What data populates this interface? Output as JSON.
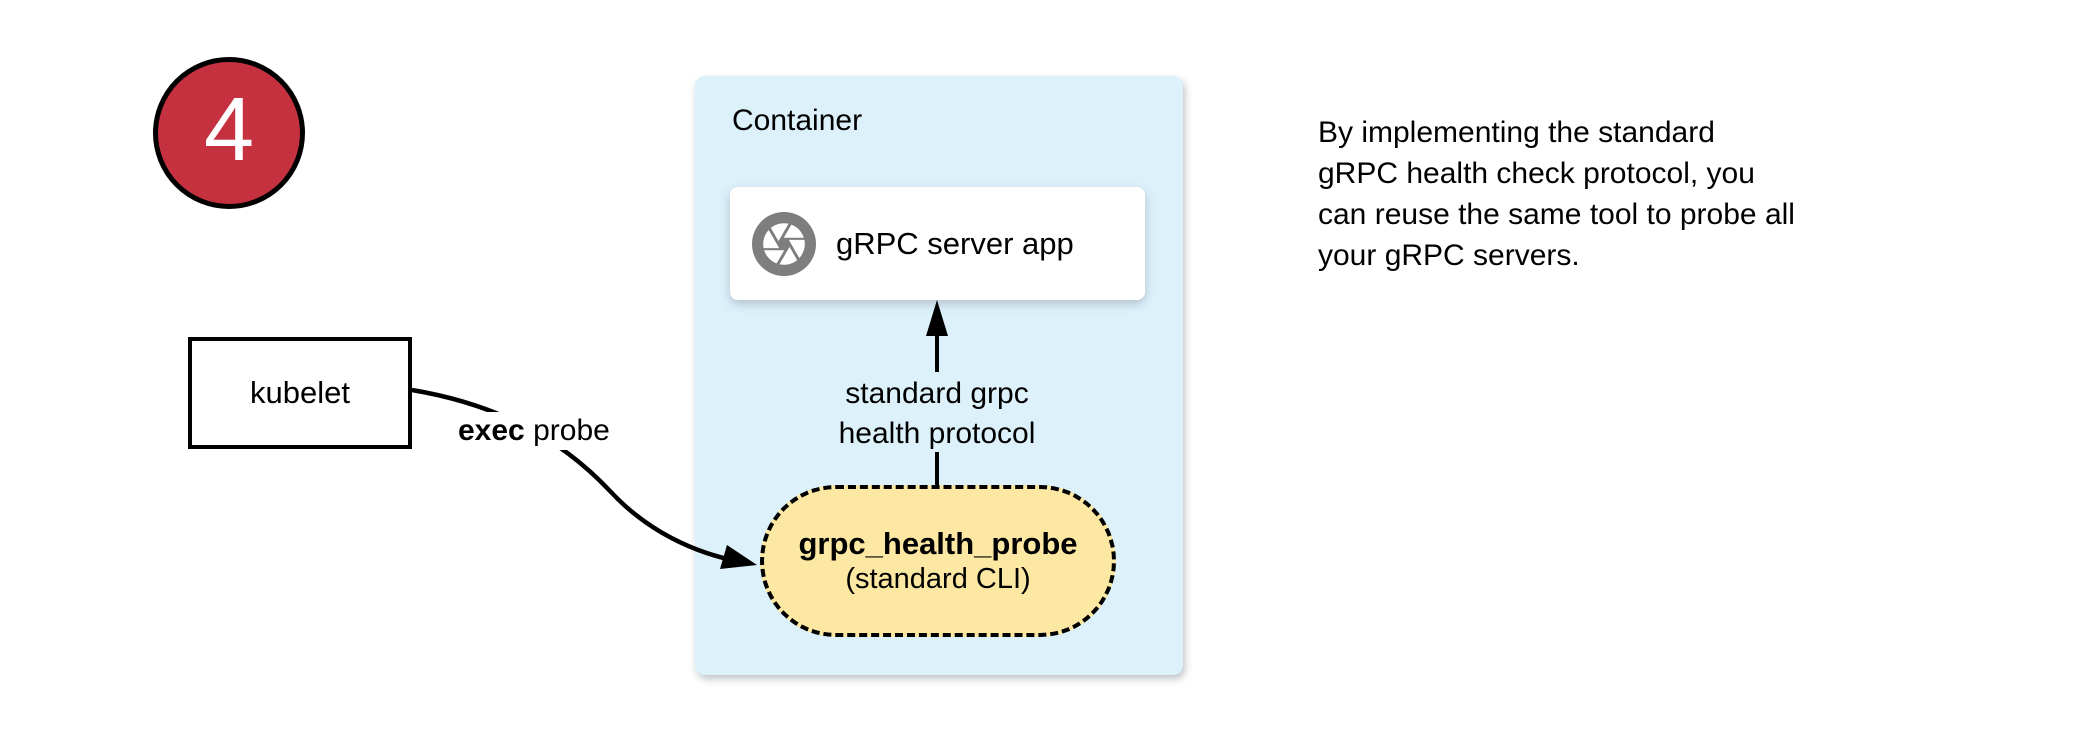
{
  "step_badge": {
    "number": "4"
  },
  "nodes": {
    "kubelet": {
      "label": "kubelet"
    },
    "container": {
      "label": "Container"
    },
    "grpc_server": {
      "label": "gRPC server app",
      "icon": "aperture-icon"
    },
    "probe": {
      "title": "grpc_health_probe",
      "subtitle": "(standard CLI)"
    }
  },
  "edges": {
    "exec_probe": {
      "label_bold": "exec",
      "label_rest": " probe"
    },
    "health_protocol": {
      "line1": "standard grpc",
      "line2": "health protocol"
    }
  },
  "caption": {
    "lines": [
      "By implementing the standard",
      "gRPC health check protocol, you",
      "can reuse the same tool to probe all",
      "your gRPC servers."
    ]
  },
  "colors": {
    "badge_red": "#C5313F",
    "container_blue": "#DDF1FB",
    "probe_yellow": "#FCE8A2",
    "icon_gray": "#7E7E7E",
    "line_black": "#000000"
  }
}
